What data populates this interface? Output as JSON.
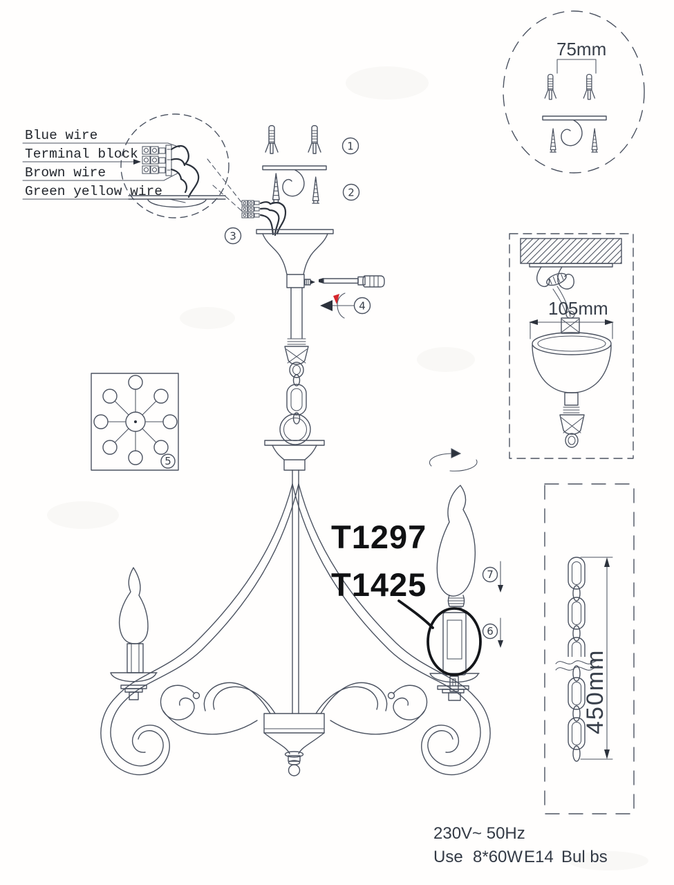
{
  "magnifier": {
    "blue_wire": "Blue wire",
    "terminal_block": "Terminal block",
    "brown_wire": "Brown wire",
    "green_yellow_wire": "Green yellow wire"
  },
  "steps": {
    "s1": "1",
    "s2": "2",
    "s3": "3",
    "s4": "4",
    "s5": "5",
    "s6": "6",
    "s7": "7"
  },
  "dimensions": {
    "hook_spacing": "75mm",
    "canopy_diameter": "105mm",
    "chain_length": "450mm"
  },
  "models": {
    "code1": "T1297",
    "code2": "T1425"
  },
  "specs": {
    "voltage": "230V~ 50Hz",
    "use_label": "Use",
    "wattage": "8*60W",
    "socket": "E14",
    "bulbs": "Bul bs"
  },
  "colors": {
    "line": "#4b5260",
    "ink": "#15171c",
    "accent_red": "#d6262b"
  }
}
